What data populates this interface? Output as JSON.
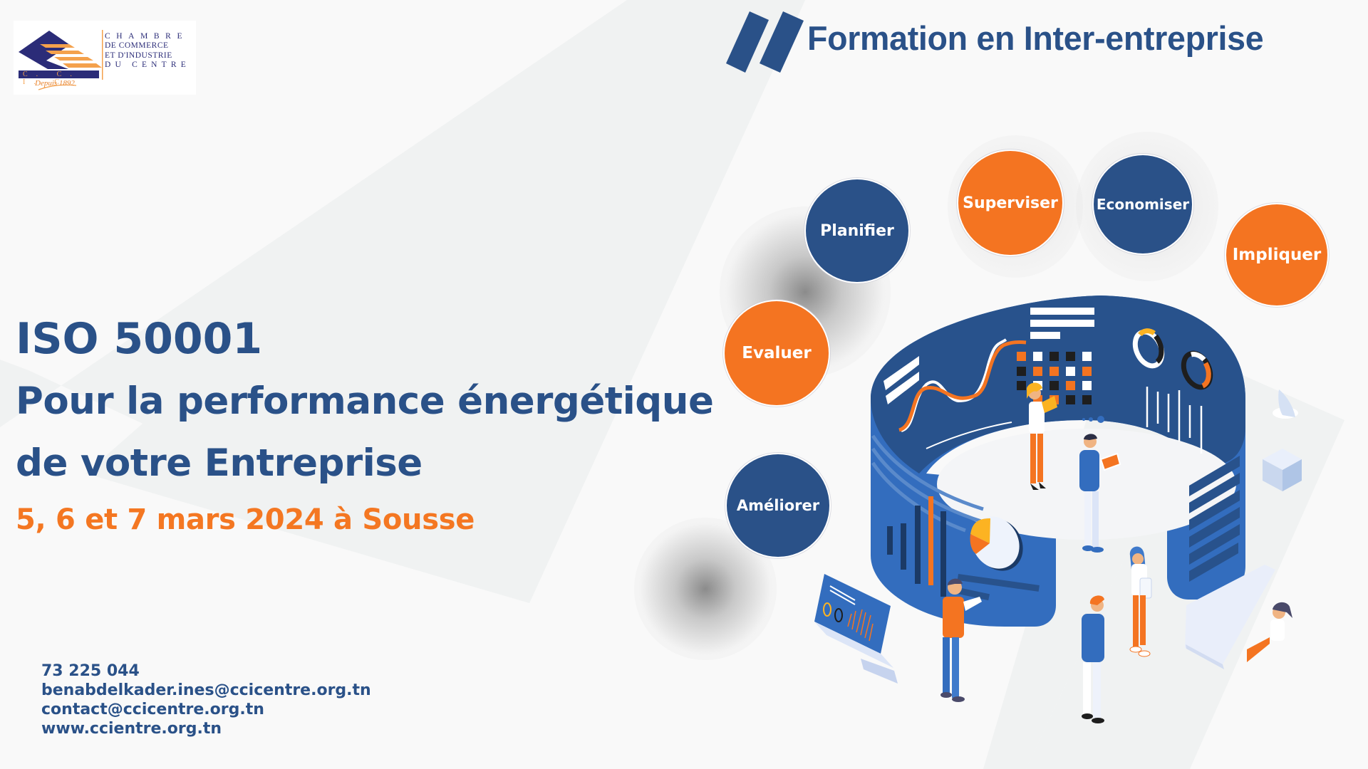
{
  "logo": {
    "lines": [
      "CHAMBRE",
      "DE COMMERCE",
      "ET D'INDUSTRIE",
      "DU CENTRE"
    ],
    "acronym": "C. C. I. C.",
    "since": "Depuis 1892",
    "colors": {
      "navy": "#2B2C78",
      "orange": "#F4A14C"
    }
  },
  "header": {
    "title": "Formation en Inter-entreprise",
    "quote_icon": "double-slash-quote-icon"
  },
  "hero": {
    "title": "ISO 50001",
    "subtitle_line1": "Pour la performance énergétique",
    "subtitle_line2": "de votre Entreprise",
    "date_location": "5, 6 et 7 mars 2024 à Sousse"
  },
  "steps": [
    {
      "label": "Planifier",
      "color": "navy"
    },
    {
      "label": "Superviser",
      "color": "orange"
    },
    {
      "label": "Economiser",
      "color": "navy"
    },
    {
      "label": "Impliquer",
      "color": "orange"
    },
    {
      "label": "Evaluer",
      "color": "orange"
    },
    {
      "label": "Améliorer",
      "color": "navy"
    }
  ],
  "contact": {
    "phone": "73 225 044",
    "email_personal": "benabdelkader.ines@ccicentre.org.tn",
    "email_general": "contact@ccicentre.org.tn",
    "website": "www.ccientre.org.tn"
  },
  "colors": {
    "primary_navy": "#2A5188",
    "accent_orange": "#F47421",
    "background": "#F9F9F9",
    "band": "#F0F2F2"
  },
  "illustration": {
    "description": "isometric data dashboard cylinder with people",
    "icons": [
      "line-chart-icon",
      "heatmap-grid-icon",
      "donut-chart-icon",
      "bar-chart-icon",
      "pie-chart-icon",
      "laptop-icon",
      "keyboard-icon",
      "cube-icon"
    ]
  }
}
